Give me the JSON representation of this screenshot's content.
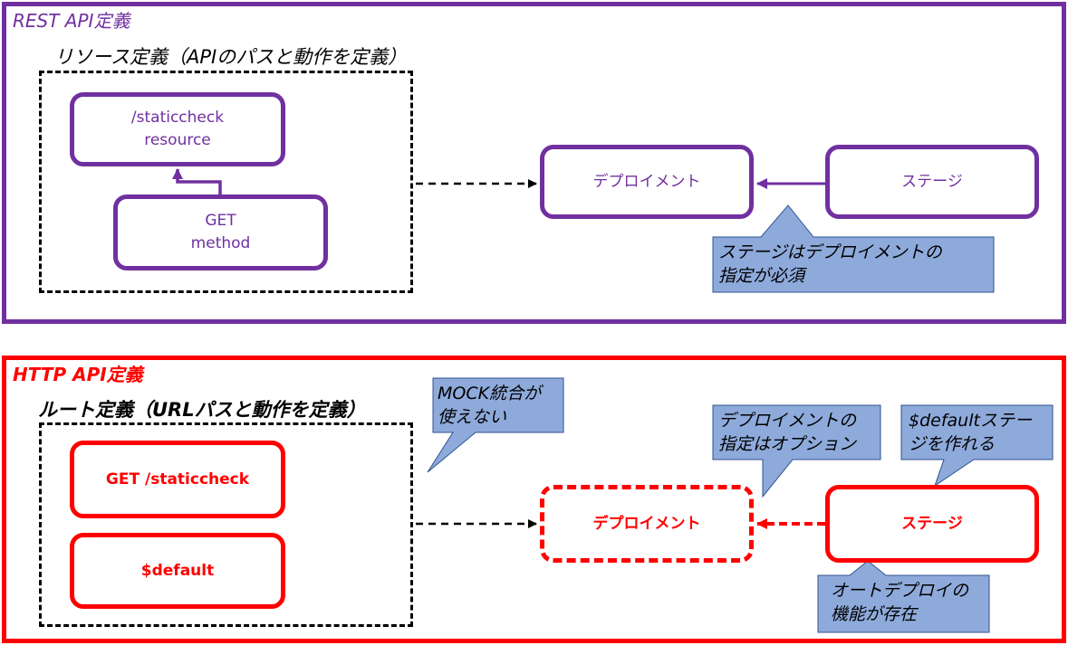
{
  "rest": {
    "title": "REST API定義",
    "group_label": "リソース定義（APIのパスと動作を定義）",
    "resource": {
      "line1": "/staticcheck",
      "line2": "resource"
    },
    "method": {
      "line1": "GET",
      "line2": "method"
    },
    "deployment": "デプロイメント",
    "stage": "ステージ",
    "callout": {
      "line1": "ステージはデプロイメントの",
      "line2": "指定が必須"
    }
  },
  "http": {
    "title": "HTTP API定義",
    "group_label": "ルート定義（URLパスと動作を定義）",
    "route_get": "GET /staticcheck",
    "route_default": "$default",
    "deployment": "デプロイメント",
    "stage": "ステージ",
    "callout_mock": {
      "line1": "MOCK統合が",
      "line2": "使えない"
    },
    "callout_optional": {
      "line1": "デプロイメントの",
      "line2": "指定はオプション"
    },
    "callout_default_stage": {
      "line1": "$defaultステー",
      "line2": "ジを作れる"
    },
    "callout_auto": {
      "line1": "オートデプロイの",
      "line2": "機能が存在"
    }
  },
  "colors": {
    "rest": "#7030a0",
    "http": "#ff0000",
    "callout_fill": "#8eaadb",
    "callout_stroke": "#2f528f",
    "connector": "#000000"
  }
}
